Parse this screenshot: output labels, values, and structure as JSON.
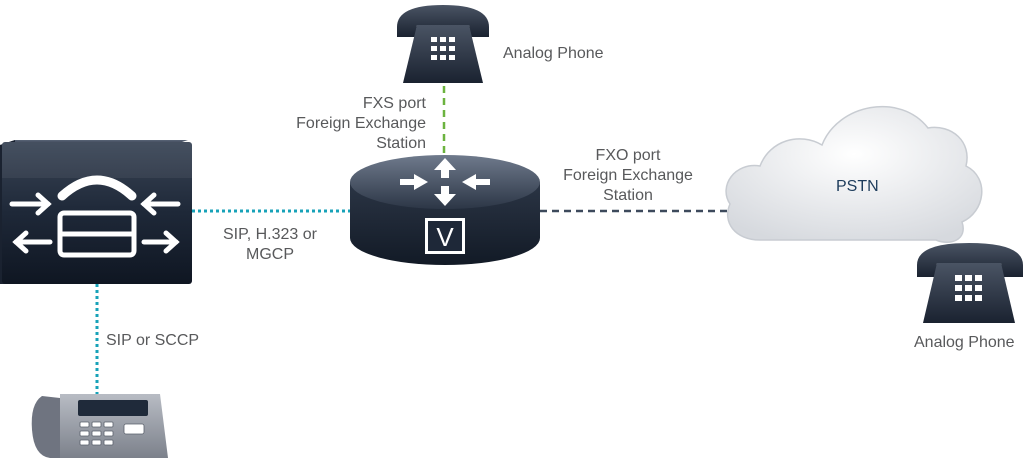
{
  "nodes": {
    "call_manager": {
      "icon": "unified-communications-manager-icon"
    },
    "voice_router": {
      "icon": "voice-gateway-router-icon",
      "badge": "V"
    },
    "analog_phone_top": {
      "icon": "analog-phone-icon",
      "label": "Analog Phone"
    },
    "analog_phone_right": {
      "icon": "analog-phone-icon",
      "label": "Analog Phone"
    },
    "ip_phone": {
      "icon": "ip-phone-icon"
    },
    "pstn_cloud": {
      "icon": "cloud-icon",
      "label": "PSTN"
    }
  },
  "links": {
    "fxs": {
      "lines": [
        "FXS port",
        "Foreign Exchange",
        "Station"
      ],
      "color": "#6cb33f",
      "style": "dashed"
    },
    "fxo": {
      "lines": [
        "FXO port",
        "Foreign Exchange",
        "Station"
      ],
      "color": "#3d4a5c",
      "style": "dashed"
    },
    "sip_h323_mgcp": {
      "lines": [
        "SIP, H.323 or",
        "MGCP"
      ],
      "color": "#17a2b8",
      "style": "dotted"
    },
    "sip_sccp": {
      "lines": [
        "SIP or SCCP"
      ],
      "color": "#17a2b8",
      "style": "dotted"
    }
  },
  "colors": {
    "device_dark": "#1f2a3a",
    "device_light": "#4a5568",
    "text": "#58595b",
    "pstn_text": "#1d3c5c"
  }
}
